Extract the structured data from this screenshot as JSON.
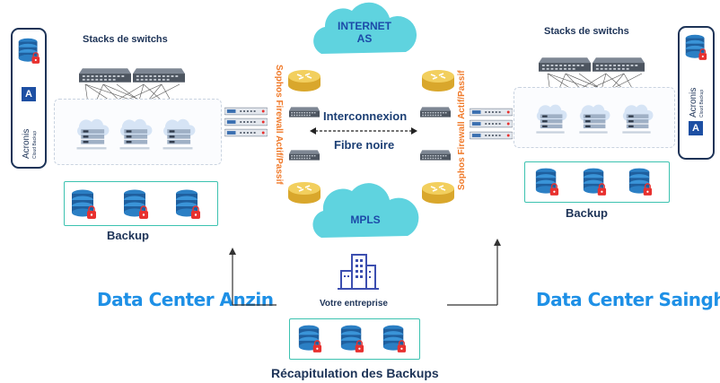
{
  "left": {
    "switch_label": "Stacks de switchs",
    "backup_label": "Backup",
    "datacenter_label": "Data Center Anzin",
    "acronis_brand": "Acronis",
    "acronis_sub": "Cloud Backup"
  },
  "right": {
    "switch_label": "Stacks de switchs",
    "backup_label": "Backup",
    "datacenter_label": "Data Center Sainghin",
    "acronis_brand": "Acronis",
    "acronis_sub": "Cloud Backup"
  },
  "center": {
    "internet_line1": "INTERNET",
    "internet_line2": "AS",
    "mpls": "MPLS",
    "interconnexion": "Interconnexion",
    "fibre": "Fibre noire",
    "firewall_left": "Sophos Firewall Actif/Passif",
    "firewall_right": "Sophos Firewall Actif/Passif",
    "enterprise": "Votre entreprise",
    "recap": "Récapitulation des Backups"
  },
  "colors": {
    "datacenter_blue": "#1e90e6",
    "cloud": "#5fd3df",
    "backup_border": "#3cc2b0",
    "firewall_orange": "#f07a2a",
    "navy": "#1d3357"
  }
}
